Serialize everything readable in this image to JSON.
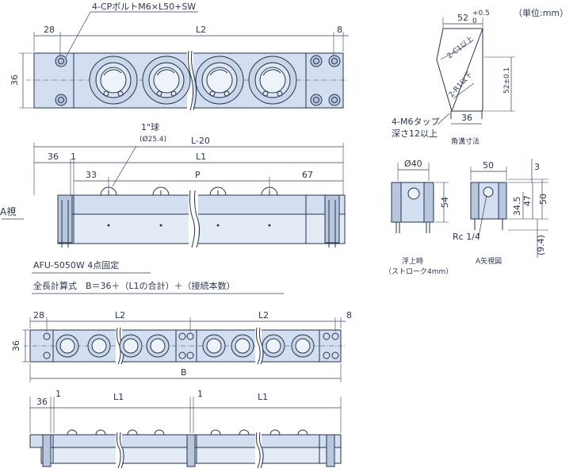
{
  "labels": {
    "bolt": "4-CPボルトM6×L50+SW",
    "unit": "（単位:mm）",
    "top_left": "28",
    "top_center": "L2",
    "top_right": "8",
    "height_36": "36",
    "ball": "1\"球",
    "ball_dia": "(Ø25.4)",
    "l_minus_20": "L-20",
    "dim_36": "36",
    "dim_1": "1",
    "l1": "L1",
    "dim_33": "33",
    "p": "P",
    "dim_67": "67",
    "a_view": "A視",
    "fixing": "AFU-5050W 4点固定",
    "formula": "全長計算式　B＝36＋（L1の合計）＋（接続本数）",
    "b_28": "28",
    "b_l2_a": "L2",
    "b_l2_b": "L2",
    "b_8": "8",
    "b_36": "36",
    "b_total": "B",
    "c_36": "36",
    "c_1a": "1",
    "c_l1a": "L1",
    "c_1b": "1",
    "c_l1b": "L1",
    "groove_top": "52",
    "groove_tol_up": "+0.5",
    "groove_tol_dn": "0",
    "groove_side": "52±0.1",
    "c1_above": "2-C1以上",
    "r1_below": "2-R1以下",
    "tap": "4-M6タップ",
    "tap_depth": "深さ12以上",
    "groove_36": "36",
    "groove_caption": "角溝寸法",
    "v_d40": "Ø40",
    "v_54": "54",
    "v_50": "50",
    "v_3": "3",
    "v_345": "34.5",
    "v_47": "47",
    "v_50v": "50",
    "v_94": "(9.4)",
    "rc": "Rc 1/4",
    "float_caption": "浮上時",
    "float_sub": "（ストローク4mm）",
    "a_view_caption": "A矢視図"
  }
}
